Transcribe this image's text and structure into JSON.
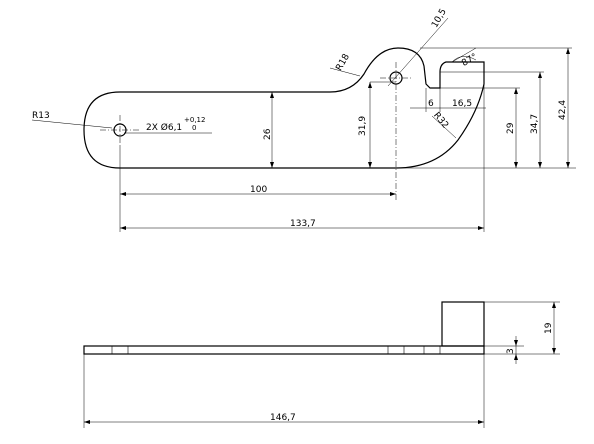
{
  "drawing": {
    "background": "#ffffff",
    "line_color": "#000000",
    "top_view": {
      "radius_left": "R13",
      "radius_neck": "R18",
      "radius_bottom": "R32",
      "hole_note_main": "2X Ø6,1",
      "hole_tol_upper": "+0,12",
      "hole_tol_lower": "0",
      "hole_dia_right": "10,5",
      "angle": "87°",
      "height_26": "26",
      "height_31_9": "31,9",
      "height_29": "29",
      "height_34_7": "34,7",
      "height_42_4": "42,4",
      "slot_6": "6",
      "slot_16_5": "16,5",
      "length_100": "100",
      "length_133_7": "133,7"
    },
    "side_view": {
      "thickness_3": "3",
      "height_19": "19",
      "length_146_7": "146,7"
    }
  }
}
